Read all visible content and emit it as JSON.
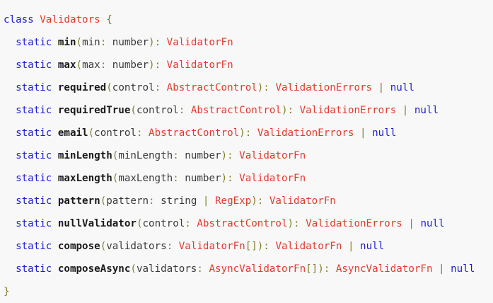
{
  "editor": {
    "background_color": "#f8f8f8",
    "language": "typescript",
    "class_name": "Validators"
  },
  "theme": {
    "keyword_color": "#1d1dd6",
    "type_color": "#e33a2e",
    "method_color": "#1a1a1a",
    "param_color": "#3a3a3a",
    "punctuation_color": "#80802a",
    "background_color": "#f8f8f8"
  },
  "code": {
    "lines": [
      {
        "id": "line-1",
        "tokens": [
          {
            "text": "class ",
            "kind": "keyword"
          },
          {
            "text": "Validators",
            "kind": "type"
          },
          {
            "text": " {",
            "kind": "punc"
          }
        ]
      },
      {
        "id": "line-2",
        "tokens": [
          {
            "text": "  ",
            "kind": "plain"
          },
          {
            "text": "static ",
            "kind": "keyword"
          },
          {
            "text": "min",
            "kind": "method"
          },
          {
            "text": "(",
            "kind": "punc"
          },
          {
            "text": "min",
            "kind": "param"
          },
          {
            "text": ":",
            "kind": "punc"
          },
          {
            "text": " number",
            "kind": "prim"
          },
          {
            "text": "):",
            "kind": "punc"
          },
          {
            "text": " ",
            "kind": "plain"
          },
          {
            "text": "ValidatorFn",
            "kind": "type"
          }
        ]
      },
      {
        "id": "line-3",
        "tokens": [
          {
            "text": "  ",
            "kind": "plain"
          },
          {
            "text": "static ",
            "kind": "keyword"
          },
          {
            "text": "max",
            "kind": "method"
          },
          {
            "text": "(",
            "kind": "punc"
          },
          {
            "text": "max",
            "kind": "param"
          },
          {
            "text": ":",
            "kind": "punc"
          },
          {
            "text": " number",
            "kind": "prim"
          },
          {
            "text": "):",
            "kind": "punc"
          },
          {
            "text": " ",
            "kind": "plain"
          },
          {
            "text": "ValidatorFn",
            "kind": "type"
          }
        ]
      },
      {
        "id": "line-4",
        "tokens": [
          {
            "text": "  ",
            "kind": "plain"
          },
          {
            "text": "static ",
            "kind": "keyword"
          },
          {
            "text": "required",
            "kind": "method"
          },
          {
            "text": "(",
            "kind": "punc"
          },
          {
            "text": "control",
            "kind": "param"
          },
          {
            "text": ":",
            "kind": "punc"
          },
          {
            "text": " ",
            "kind": "plain"
          },
          {
            "text": "AbstractControl",
            "kind": "type"
          },
          {
            "text": "):",
            "kind": "punc"
          },
          {
            "text": " ",
            "kind": "plain"
          },
          {
            "text": "ValidationErrors",
            "kind": "type"
          },
          {
            "text": " | ",
            "kind": "punc"
          },
          {
            "text": "null",
            "kind": "keyword"
          }
        ]
      },
      {
        "id": "line-5",
        "tokens": [
          {
            "text": "  ",
            "kind": "plain"
          },
          {
            "text": "static ",
            "kind": "keyword"
          },
          {
            "text": "requiredTrue",
            "kind": "method"
          },
          {
            "text": "(",
            "kind": "punc"
          },
          {
            "text": "control",
            "kind": "param"
          },
          {
            "text": ":",
            "kind": "punc"
          },
          {
            "text": " ",
            "kind": "plain"
          },
          {
            "text": "AbstractControl",
            "kind": "type"
          },
          {
            "text": "):",
            "kind": "punc"
          },
          {
            "text": " ",
            "kind": "plain"
          },
          {
            "text": "ValidationErrors",
            "kind": "type"
          },
          {
            "text": " | ",
            "kind": "punc"
          },
          {
            "text": "null",
            "kind": "keyword"
          }
        ]
      },
      {
        "id": "line-6",
        "tokens": [
          {
            "text": "  ",
            "kind": "plain"
          },
          {
            "text": "static ",
            "kind": "keyword"
          },
          {
            "text": "email",
            "kind": "method"
          },
          {
            "text": "(",
            "kind": "punc"
          },
          {
            "text": "control",
            "kind": "param"
          },
          {
            "text": ":",
            "kind": "punc"
          },
          {
            "text": " ",
            "kind": "plain"
          },
          {
            "text": "AbstractControl",
            "kind": "type"
          },
          {
            "text": "):",
            "kind": "punc"
          },
          {
            "text": " ",
            "kind": "plain"
          },
          {
            "text": "ValidationErrors",
            "kind": "type"
          },
          {
            "text": " | ",
            "kind": "punc"
          },
          {
            "text": "null",
            "kind": "keyword"
          }
        ]
      },
      {
        "id": "line-7",
        "tokens": [
          {
            "text": "  ",
            "kind": "plain"
          },
          {
            "text": "static ",
            "kind": "keyword"
          },
          {
            "text": "minLength",
            "kind": "method"
          },
          {
            "text": "(",
            "kind": "punc"
          },
          {
            "text": "minLength",
            "kind": "param"
          },
          {
            "text": ":",
            "kind": "punc"
          },
          {
            "text": " number",
            "kind": "prim"
          },
          {
            "text": "):",
            "kind": "punc"
          },
          {
            "text": " ",
            "kind": "plain"
          },
          {
            "text": "ValidatorFn",
            "kind": "type"
          }
        ]
      },
      {
        "id": "line-8",
        "tokens": [
          {
            "text": "  ",
            "kind": "plain"
          },
          {
            "text": "static ",
            "kind": "keyword"
          },
          {
            "text": "maxLength",
            "kind": "method"
          },
          {
            "text": "(",
            "kind": "punc"
          },
          {
            "text": "maxLength",
            "kind": "param"
          },
          {
            "text": ":",
            "kind": "punc"
          },
          {
            "text": " number",
            "kind": "prim"
          },
          {
            "text": "):",
            "kind": "punc"
          },
          {
            "text": " ",
            "kind": "plain"
          },
          {
            "text": "ValidatorFn",
            "kind": "type"
          }
        ]
      },
      {
        "id": "line-9",
        "tokens": [
          {
            "text": "  ",
            "kind": "plain"
          },
          {
            "text": "static ",
            "kind": "keyword"
          },
          {
            "text": "pattern",
            "kind": "method"
          },
          {
            "text": "(",
            "kind": "punc"
          },
          {
            "text": "pattern",
            "kind": "param"
          },
          {
            "text": ":",
            "kind": "punc"
          },
          {
            "text": " string",
            "kind": "prim"
          },
          {
            "text": " | ",
            "kind": "punc"
          },
          {
            "text": "RegExp",
            "kind": "type"
          },
          {
            "text": "):",
            "kind": "punc"
          },
          {
            "text": " ",
            "kind": "plain"
          },
          {
            "text": "ValidatorFn",
            "kind": "type"
          }
        ]
      },
      {
        "id": "line-10",
        "tokens": [
          {
            "text": "  ",
            "kind": "plain"
          },
          {
            "text": "static ",
            "kind": "keyword"
          },
          {
            "text": "nullValidator",
            "kind": "method"
          },
          {
            "text": "(",
            "kind": "punc"
          },
          {
            "text": "control",
            "kind": "param"
          },
          {
            "text": ":",
            "kind": "punc"
          },
          {
            "text": " ",
            "kind": "plain"
          },
          {
            "text": "AbstractControl",
            "kind": "type"
          },
          {
            "text": "):",
            "kind": "punc"
          },
          {
            "text": " ",
            "kind": "plain"
          },
          {
            "text": "ValidationErrors",
            "kind": "type"
          },
          {
            "text": " | ",
            "kind": "punc"
          },
          {
            "text": "null",
            "kind": "keyword"
          }
        ]
      },
      {
        "id": "line-11",
        "tokens": [
          {
            "text": "  ",
            "kind": "plain"
          },
          {
            "text": "static ",
            "kind": "keyword"
          },
          {
            "text": "compose",
            "kind": "method"
          },
          {
            "text": "(",
            "kind": "punc"
          },
          {
            "text": "validators",
            "kind": "param"
          },
          {
            "text": ":",
            "kind": "punc"
          },
          {
            "text": " ",
            "kind": "plain"
          },
          {
            "text": "ValidatorFn",
            "kind": "type"
          },
          {
            "text": "[]):",
            "kind": "punc"
          },
          {
            "text": " ",
            "kind": "plain"
          },
          {
            "text": "ValidatorFn",
            "kind": "type"
          },
          {
            "text": " | ",
            "kind": "punc"
          },
          {
            "text": "null",
            "kind": "keyword"
          }
        ]
      },
      {
        "id": "line-12",
        "tokens": [
          {
            "text": "  ",
            "kind": "plain"
          },
          {
            "text": "static ",
            "kind": "keyword"
          },
          {
            "text": "composeAsync",
            "kind": "method"
          },
          {
            "text": "(",
            "kind": "punc"
          },
          {
            "text": "validators",
            "kind": "param"
          },
          {
            "text": ":",
            "kind": "punc"
          },
          {
            "text": " ",
            "kind": "plain"
          },
          {
            "text": "AsyncValidatorFn",
            "kind": "type"
          },
          {
            "text": "[]):",
            "kind": "punc"
          },
          {
            "text": " ",
            "kind": "plain"
          },
          {
            "text": "AsyncValidatorFn",
            "kind": "type"
          },
          {
            "text": " | ",
            "kind": "punc"
          },
          {
            "text": "null",
            "kind": "keyword"
          }
        ]
      },
      {
        "id": "line-13",
        "tokens": [
          {
            "text": "}",
            "kind": "punc"
          }
        ]
      }
    ]
  }
}
